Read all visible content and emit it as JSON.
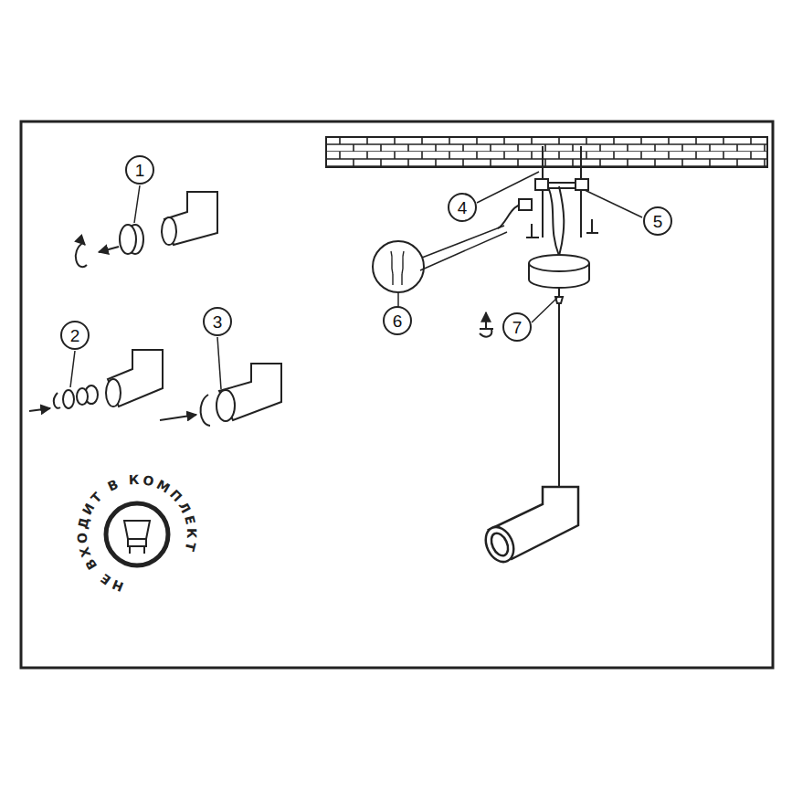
{
  "diagram": {
    "nodes": [
      {
        "text": [
          "1"
        ]
      },
      {
        "text": [
          "2"
        ]
      },
      {
        "text": [
          "3"
        ]
      },
      {
        "text": [
          "4"
        ]
      },
      {
        "text": [
          "5"
        ]
      },
      {
        "text": [
          "6"
        ]
      },
      {
        "text": [
          "7"
        ]
      }
    ],
    "labels": [
      "НЕ ВХОДИТ В КОМПЛЕКТ"
    ]
  }
}
